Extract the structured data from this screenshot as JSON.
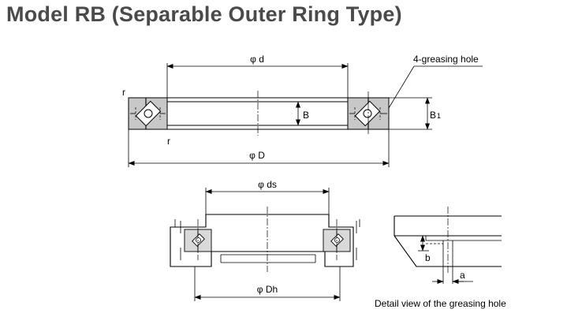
{
  "title": "Model RB (Separable Outer Ring Type)",
  "labels": {
    "phi_d": "φ d",
    "phi_D": "φ D",
    "phi_ds": "φ ds",
    "phi_Dh": "φ Dh",
    "B": "B",
    "B1": "B",
    "B1_sub": "1",
    "r_top": "r",
    "r_bottom": "r",
    "greasing_hole": "4-greasing hole",
    "b": "b",
    "a": "a"
  },
  "caption": "Detail view of the greasing hole"
}
